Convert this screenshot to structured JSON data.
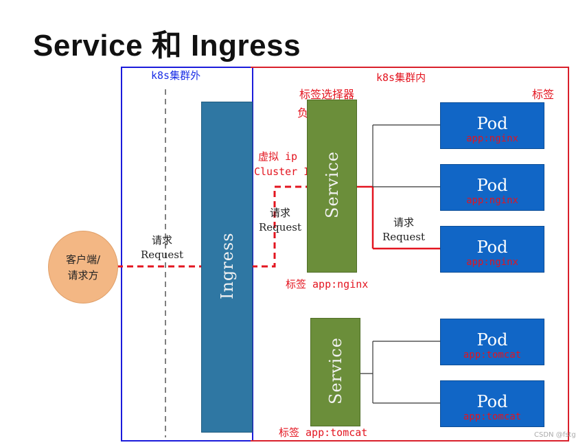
{
  "title": "Service 和 Ingress",
  "regions": {
    "outside": "k8s集群外",
    "inside": "k8s集群内"
  },
  "annotations": {
    "selector": "标签选择器",
    "balancer": "负载均衡器",
    "label_header": "标签",
    "virtual_ip": "虚拟 ip",
    "cluster_ip": "Cluster IP",
    "svc1_label": "标签 app:nginx",
    "svc2_label": "标签 app:tomcat"
  },
  "client": {
    "line1": "客户端/",
    "line2": "请求方"
  },
  "requests": {
    "r1_cn": "请求",
    "r1_en": "Request",
    "r2_cn": "请求",
    "r2_en": "Request",
    "r3_cn": "请求",
    "r3_en": "Request"
  },
  "ingress": {
    "label": "Ingress"
  },
  "services": [
    {
      "label": "Service"
    },
    {
      "label": "Service"
    }
  ],
  "pods": [
    {
      "title": "Pod",
      "tag": "app:nginx"
    },
    {
      "title": "Pod",
      "tag": "app:nginx"
    },
    {
      "title": "Pod",
      "tag": "app:nginx"
    },
    {
      "title": "Pod",
      "tag": "app:tomcat"
    },
    {
      "title": "Pod",
      "tag": "app:tomcat"
    }
  ],
  "watermark": "CSDN @fstg",
  "colors": {
    "outside_border": "#1a1adb",
    "inside_border": "#d91f2a",
    "ingress": "#2f77a3",
    "service": "#6b8e3a",
    "pod": "#1166c6",
    "client": "#f3b784",
    "request_path": "#e3141f"
  }
}
